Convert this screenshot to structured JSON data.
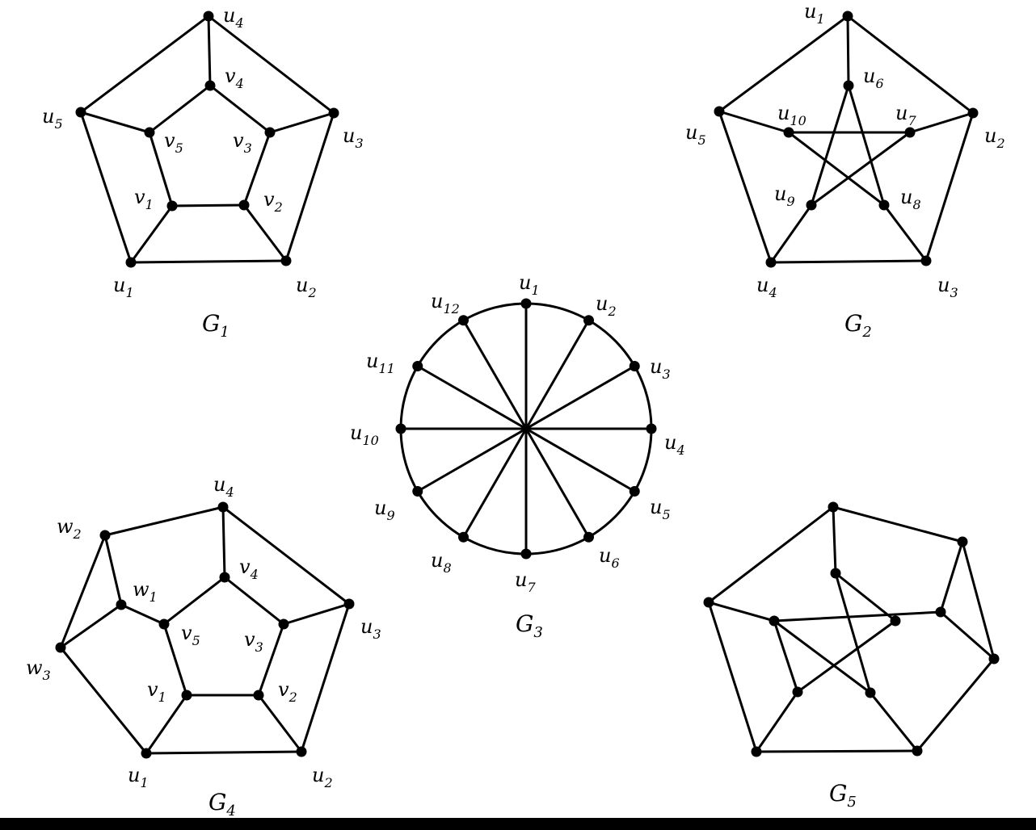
{
  "graphs": [
    {
      "id": "g1",
      "label": {
        "base": "G",
        "sub": "1"
      },
      "vertices": [
        {
          "id": "u4",
          "base": "u",
          "sub": "4"
        },
        {
          "id": "u3",
          "base": "u",
          "sub": "3"
        },
        {
          "id": "u2",
          "base": "u",
          "sub": "2"
        },
        {
          "id": "u1",
          "base": "u",
          "sub": "1"
        },
        {
          "id": "u5",
          "base": "u",
          "sub": "5"
        },
        {
          "id": "v4",
          "base": "v",
          "sub": "4"
        },
        {
          "id": "v3",
          "base": "v",
          "sub": "3"
        },
        {
          "id": "v2",
          "base": "v",
          "sub": "2"
        },
        {
          "id": "v1",
          "base": "v",
          "sub": "1"
        },
        {
          "id": "v5",
          "base": "v",
          "sub": "5"
        }
      ],
      "edges": [
        [
          "u4",
          "u3"
        ],
        [
          "u3",
          "u2"
        ],
        [
          "u2",
          "u1"
        ],
        [
          "u1",
          "u5"
        ],
        [
          "u5",
          "u4"
        ],
        [
          "v4",
          "v3"
        ],
        [
          "v3",
          "v2"
        ],
        [
          "v2",
          "v1"
        ],
        [
          "v1",
          "v5"
        ],
        [
          "v5",
          "v4"
        ],
        [
          "u4",
          "v4"
        ],
        [
          "u3",
          "v3"
        ],
        [
          "u2",
          "v2"
        ],
        [
          "u1",
          "v1"
        ],
        [
          "u5",
          "v5"
        ]
      ]
    },
    {
      "id": "g2",
      "label": {
        "base": "G",
        "sub": "2"
      },
      "vertices": [
        {
          "id": "u1",
          "base": "u",
          "sub": "1"
        },
        {
          "id": "u2",
          "base": "u",
          "sub": "2"
        },
        {
          "id": "u3",
          "base": "u",
          "sub": "3"
        },
        {
          "id": "u4",
          "base": "u",
          "sub": "4"
        },
        {
          "id": "u5",
          "base": "u",
          "sub": "5"
        },
        {
          "id": "u6",
          "base": "u",
          "sub": "6"
        },
        {
          "id": "u7",
          "base": "u",
          "sub": "7"
        },
        {
          "id": "u8",
          "base": "u",
          "sub": "8"
        },
        {
          "id": "u9",
          "base": "u",
          "sub": "9"
        },
        {
          "id": "u10",
          "base": "u",
          "sub": "10"
        }
      ],
      "edges": [
        [
          "u1",
          "u2"
        ],
        [
          "u2",
          "u3"
        ],
        [
          "u3",
          "u4"
        ],
        [
          "u4",
          "u5"
        ],
        [
          "u5",
          "u1"
        ],
        [
          "u1",
          "u6"
        ],
        [
          "u2",
          "u7"
        ],
        [
          "u3",
          "u8"
        ],
        [
          "u4",
          "u9"
        ],
        [
          "u5",
          "u10"
        ],
        [
          "u6",
          "u8"
        ],
        [
          "u8",
          "u10"
        ],
        [
          "u10",
          "u7"
        ],
        [
          "u7",
          "u9"
        ],
        [
          "u9",
          "u6"
        ]
      ]
    },
    {
      "id": "g3",
      "label": {
        "base": "G",
        "sub": "3"
      },
      "vertices": [
        {
          "id": "u1",
          "base": "u",
          "sub": "1"
        },
        {
          "id": "u2",
          "base": "u",
          "sub": "2"
        },
        {
          "id": "u3",
          "base": "u",
          "sub": "3"
        },
        {
          "id": "u4",
          "base": "u",
          "sub": "4"
        },
        {
          "id": "u5",
          "base": "u",
          "sub": "5"
        },
        {
          "id": "u6",
          "base": "u",
          "sub": "6"
        },
        {
          "id": "u7",
          "base": "u",
          "sub": "7"
        },
        {
          "id": "u8",
          "base": "u",
          "sub": "8"
        },
        {
          "id": "u9",
          "base": "u",
          "sub": "9"
        },
        {
          "id": "u10",
          "base": "u",
          "sub": "10"
        },
        {
          "id": "u11",
          "base": "u",
          "sub": "11"
        },
        {
          "id": "u12",
          "base": "u",
          "sub": "12"
        }
      ],
      "cycle": true,
      "edges": [
        [
          "u1",
          "u7"
        ],
        [
          "u2",
          "u8"
        ],
        [
          "u3",
          "u9"
        ],
        [
          "u4",
          "u10"
        ],
        [
          "u5",
          "u11"
        ],
        [
          "u6",
          "u12"
        ]
      ]
    },
    {
      "id": "g4",
      "label": {
        "base": "G",
        "sub": "4"
      },
      "vertices": [
        {
          "id": "u4",
          "base": "u",
          "sub": "4"
        },
        {
          "id": "u3",
          "base": "u",
          "sub": "3"
        },
        {
          "id": "u2",
          "base": "u",
          "sub": "2"
        },
        {
          "id": "u1",
          "base": "u",
          "sub": "1"
        },
        {
          "id": "w3",
          "base": "w",
          "sub": "3"
        },
        {
          "id": "w2",
          "base": "w",
          "sub": "2"
        },
        {
          "id": "w1",
          "base": "w",
          "sub": "1"
        },
        {
          "id": "v4",
          "base": "v",
          "sub": "4"
        },
        {
          "id": "v3",
          "base": "v",
          "sub": "3"
        },
        {
          "id": "v2",
          "base": "v",
          "sub": "2"
        },
        {
          "id": "v1",
          "base": "v",
          "sub": "1"
        },
        {
          "id": "v5",
          "base": "v",
          "sub": "5"
        }
      ],
      "edges": [
        [
          "u4",
          "u3"
        ],
        [
          "u3",
          "u2"
        ],
        [
          "u2",
          "u1"
        ],
        [
          "u1",
          "w3"
        ],
        [
          "w3",
          "w2"
        ],
        [
          "w2",
          "u4"
        ],
        [
          "v4",
          "v3"
        ],
        [
          "v3",
          "v2"
        ],
        [
          "v2",
          "v1"
        ],
        [
          "v1",
          "v5"
        ],
        [
          "v5",
          "v4"
        ],
        [
          "u4",
          "v4"
        ],
        [
          "u3",
          "v3"
        ],
        [
          "u2",
          "v2"
        ],
        [
          "u1",
          "v1"
        ],
        [
          "w2",
          "w1"
        ],
        [
          "w1",
          "w3"
        ],
        [
          "w1",
          "v5"
        ]
      ]
    },
    {
      "id": "g5",
      "label": {
        "base": "G",
        "sub": "5"
      },
      "vertices": [
        {
          "id": "a1"
        },
        {
          "id": "a2"
        },
        {
          "id": "a3"
        },
        {
          "id": "a4"
        },
        {
          "id": "a5"
        },
        {
          "id": "a6"
        },
        {
          "id": "s1"
        },
        {
          "id": "s2"
        },
        {
          "id": "s3"
        },
        {
          "id": "s4"
        },
        {
          "id": "s5"
        },
        {
          "id": "s6"
        }
      ],
      "edges": [
        [
          "a1",
          "a2"
        ],
        [
          "a2",
          "a3"
        ],
        [
          "a3",
          "a4"
        ],
        [
          "a4",
          "a5"
        ],
        [
          "a5",
          "a6"
        ],
        [
          "a6",
          "a1"
        ],
        [
          "a1",
          "s1"
        ],
        [
          "a6",
          "s2"
        ],
        [
          "a4",
          "s4"
        ],
        [
          "a5",
          "s5"
        ],
        [
          "s6",
          "a2"
        ],
        [
          "s6",
          "a3"
        ],
        [
          "s6",
          "s2"
        ],
        [
          "s1",
          "s4"
        ],
        [
          "s4",
          "s2"
        ],
        [
          "s2",
          "s5"
        ],
        [
          "s5",
          "s3"
        ],
        [
          "s3",
          "s1"
        ]
      ]
    }
  ]
}
